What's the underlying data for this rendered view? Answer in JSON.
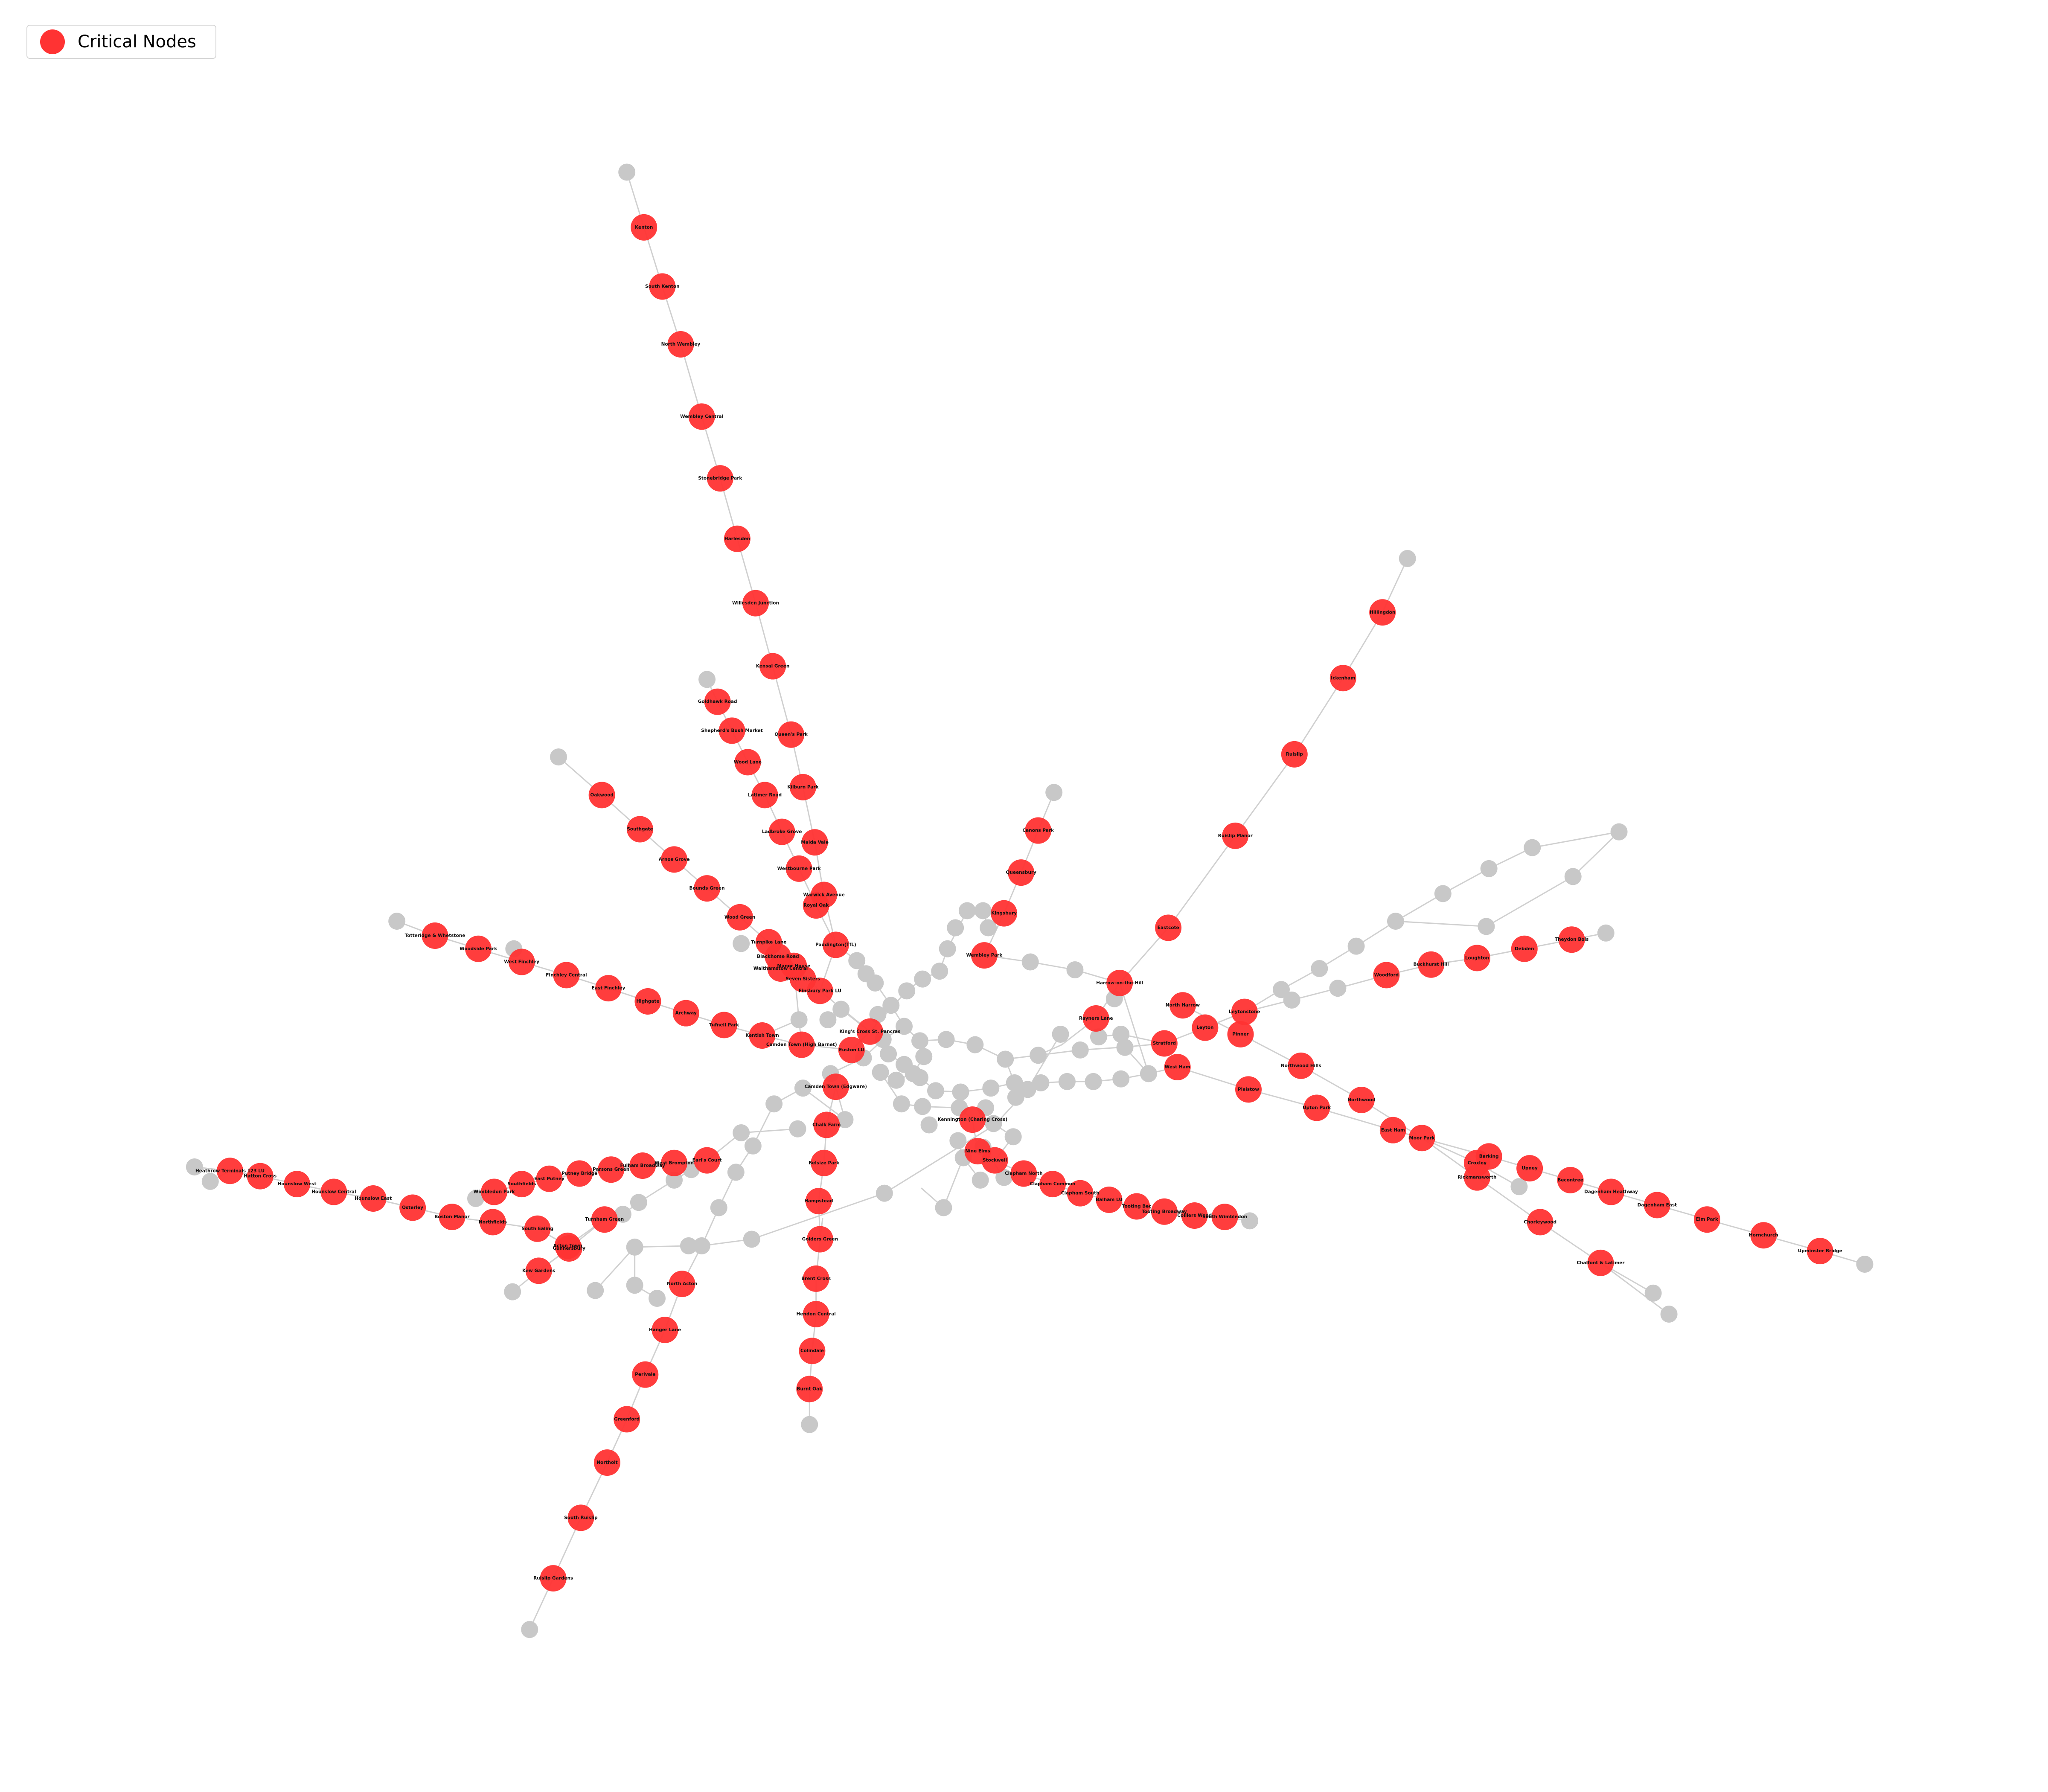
{
  "legend": {
    "label": "Critical Nodes"
  },
  "colors": {
    "critical": "#ff3333",
    "non_critical": "#c8c8c8",
    "edge": "#d0d0d0"
  },
  "critical_nodes": [
    "Kenton",
    "South Kenton",
    "North Wembley",
    "Wembley Central",
    "Stonebridge Park",
    "Harlesden",
    "Willesden Junction",
    "Kensal Green",
    "Queen's Park",
    "Kilburn Park",
    "Maida Vale",
    "Warwick Avenue",
    "Paddington(TfL)",
    "Goldhawk Road",
    "Shepherd's Bush Market",
    "Wood Lane",
    "Latimer Road",
    "Ladbroke Grove",
    "Westbourne Park",
    "Royal Oak",
    "Oakwood",
    "Southgate",
    "Arnos Grove",
    "Bounds Green",
    "Wood Green",
    "Turnpike Lane",
    "Manor House",
    "Seven Sisters",
    "Blackhorse Road",
    "Walthamstow Central",
    "Finsbury Park LU",
    "Totteridge & Whetstone",
    "Woodside Park",
    "West Finchley",
    "Finchley Central",
    "East Finchley",
    "Highgate",
    "Archway",
    "Tufnell Park",
    "Kentish Town",
    "Camden Town (High Barnet)",
    "Euston LU",
    "King's Cross St. Pancras",
    "Camden Town (Edgware)",
    "Chalk Farm",
    "Belsize Park",
    "Hampstead",
    "Golders Green",
    "Brent Cross",
    "Hendon Central",
    "Colindale",
    "Burnt Oak",
    "Canons Park",
    "Queensbury",
    "Kingsbury",
    "Wembley Park",
    "Harrow-on-the-Hill",
    "Rayners Lane",
    "Eastcote",
    "Ruislip Manor",
    "Ruislip",
    "Ickenham",
    "Hillingdon",
    "North Harrow",
    "Pinner",
    "Northwood Hills",
    "Northwood",
    "Moor Park",
    "Rickmansworth",
    "Chorleywood",
    "Chalfont & Latimer",
    "Croxley",
    "Leytonstone",
    "Leyton",
    "Stratford",
    "West Ham",
    "Plaistow",
    "Upton Park",
    "East Ham",
    "Barking",
    "Upney",
    "Becontree",
    "Dagenham Heathway",
    "Dagenham East",
    "Elm Park",
    "Hornchurch",
    "Upminster Bridge",
    "Woodford",
    "Buckhurst Hill",
    "Loughton",
    "Debden",
    "Theydon Bois",
    "Kennington (Charing Cross)",
    "Nine Elms",
    "Stockwell",
    "Clapham North",
    "Clapham Common",
    "Clapham South",
    "Balham LU",
    "Tooting Bec",
    "Tooting Broadway",
    "Colliers Wood",
    "South Wimbledon",
    "Heathrow Terminals 123 LU",
    "Hatton Cross",
    "Hounslow West",
    "Hounslow Central",
    "Hounslow East",
    "Osterley",
    "Boston Manor",
    "Northfields",
    "South Ealing",
    "Acton Town",
    "Turnham Green",
    "Gunnersbury",
    "Kew Gardens",
    "Wimbledon Park",
    "Southfields",
    "East Putney",
    "Putney Bridge",
    "Parsons Green",
    "Fulham Broadway",
    "West Brompton",
    "Earl's Court",
    "North Acton",
    "Hanger Lane",
    "Perivale",
    "Greenford",
    "Northolt",
    "South Ruislip",
    "Ruislip Gardens"
  ]
}
